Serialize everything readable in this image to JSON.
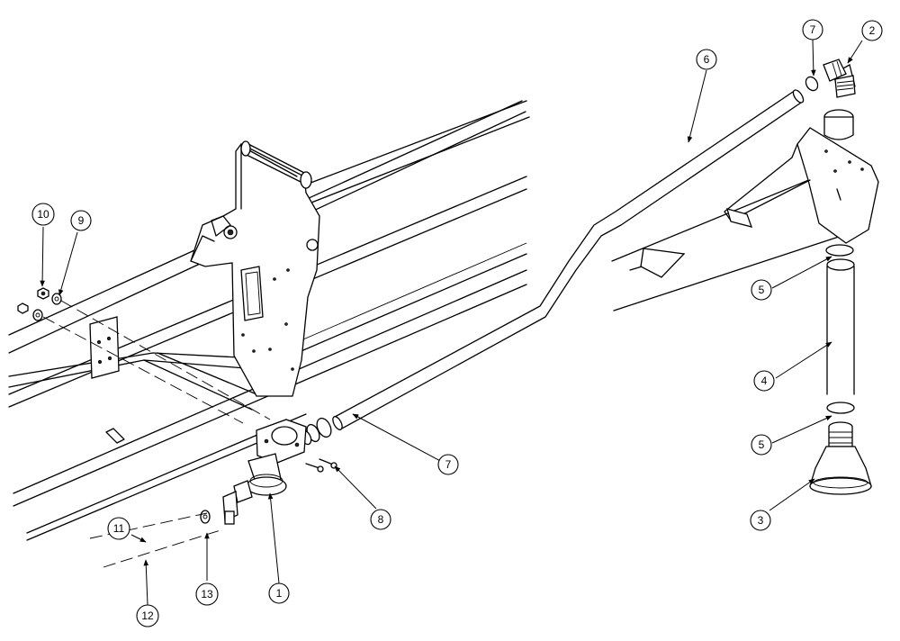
{
  "callouts": [
    {
      "id": "c1",
      "label": "1"
    },
    {
      "id": "c2",
      "label": "2"
    },
    {
      "id": "c3",
      "label": "3"
    },
    {
      "id": "c4",
      "label": "4"
    },
    {
      "id": "c5a",
      "label": "5"
    },
    {
      "id": "c5b",
      "label": "5"
    },
    {
      "id": "c6",
      "label": "6"
    },
    {
      "id": "c7a",
      "label": "7"
    },
    {
      "id": "c7b",
      "label": "7"
    },
    {
      "id": "c8",
      "label": "8"
    },
    {
      "id": "c9",
      "label": "9"
    },
    {
      "id": "c10",
      "label": "10"
    },
    {
      "id": "c11",
      "label": "11"
    },
    {
      "id": "c12",
      "label": "12"
    },
    {
      "id": "c13",
      "label": "13"
    }
  ]
}
